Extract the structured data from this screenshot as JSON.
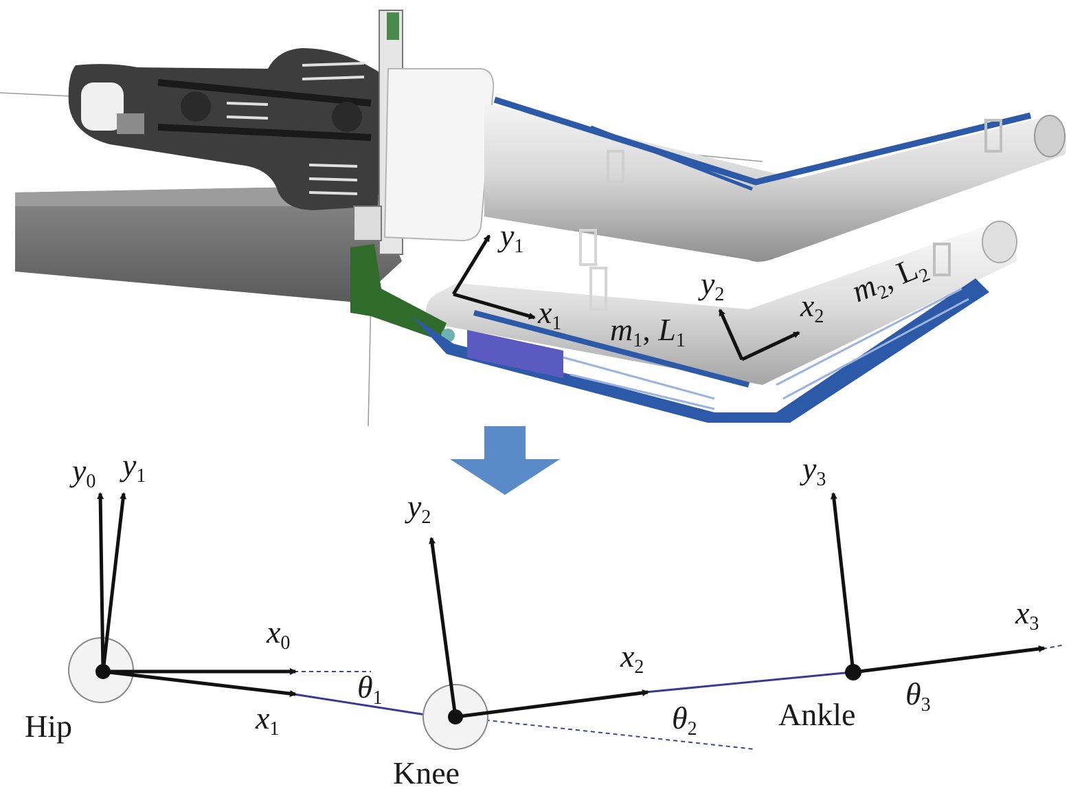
{
  "model_labels": {
    "y1": {
      "base": "y",
      "sub": "1"
    },
    "x1": {
      "base": "x",
      "sub": "1"
    },
    "m1L1": {
      "m": "m",
      "msub": "1",
      "sep": ", ",
      "L": "L",
      "Lsub": "1"
    },
    "y2": {
      "base": "y",
      "sub": "2"
    },
    "x2": {
      "base": "x",
      "sub": "2"
    },
    "m2L2": {
      "m": "m",
      "msub": "2",
      "sep": ", ",
      "L": "L",
      "Lsub": "2"
    }
  },
  "schematic_labels": {
    "y0": {
      "base": "y",
      "sub": "0"
    },
    "y1": {
      "base": "y",
      "sub": "1"
    },
    "x0": {
      "base": "x",
      "sub": "0"
    },
    "x1": {
      "base": "x",
      "sub": "1"
    },
    "theta1": {
      "base": "θ",
      "sub": "1"
    },
    "y2": {
      "base": "y",
      "sub": "2"
    },
    "x2": {
      "base": "x",
      "sub": "2"
    },
    "theta2": {
      "base": "θ",
      "sub": "2"
    },
    "y3": {
      "base": "y",
      "sub": "3"
    },
    "x3": {
      "base": "x",
      "sub": "3"
    },
    "theta3": {
      "base": "θ",
      "sub": "3"
    }
  },
  "joints": {
    "hip": "Hip",
    "knee": "Knee",
    "ankle": "Ankle"
  },
  "colors": {
    "arrow": "#5b8ac9",
    "frame_blue": "#2d5aa8",
    "green_link": "#2f6b2a",
    "dark_plate": "#3d3d3d"
  }
}
